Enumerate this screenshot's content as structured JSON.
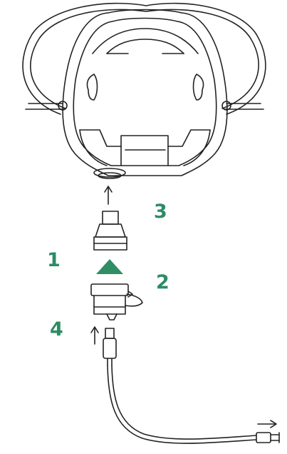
{
  "diagram": {
    "labels": {
      "step_1": "1",
      "step_2": "2",
      "step_3": "3",
      "step_4": "4"
    },
    "colors": {
      "label": "#2d8c65",
      "cone": "#2f8e64",
      "line": "#222222",
      "background": "#ffffff"
    },
    "icons": {
      "mask": "face-mask-icon",
      "strap": "elastic-strap-icon",
      "adapter": "mask-adapter-icon",
      "cone": "green-cone-insert-icon",
      "cup": "nebulizer-cup-icon",
      "tubing": "oxygen-tubing-icon",
      "arrows": "direction-arrow-icon"
    }
  }
}
